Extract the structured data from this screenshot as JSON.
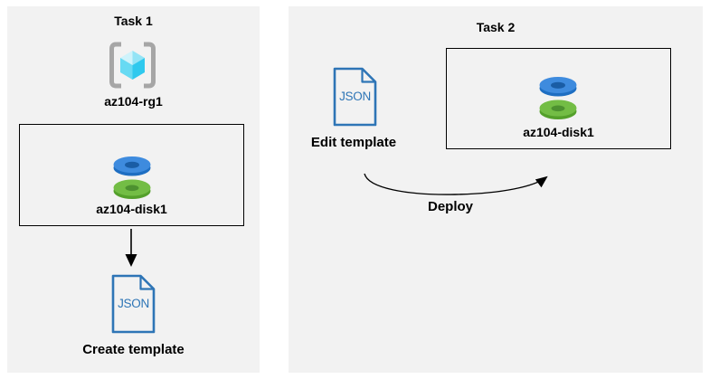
{
  "task1": {
    "title": "Task 1",
    "resource_group": {
      "icon": "resource-group-icon",
      "label": "az104-rg1"
    },
    "disk_box": {
      "icon": "managed-disk-icon",
      "label": "az104-disk1"
    },
    "flow_arrow_icon": "down-arrow-icon",
    "template_file": {
      "icon": "json-file-icon",
      "file_type_text": "JSON"
    },
    "action_label": "Create template"
  },
  "task2": {
    "title": "Task 2",
    "template_file": {
      "icon": "json-file-icon",
      "file_type_text": "JSON"
    },
    "action_label": "Edit template",
    "disk_box": {
      "icon": "managed-disk-icon",
      "label": "az104-disk1"
    },
    "deploy": {
      "icon": "curved-arrow-icon",
      "label": "Deploy"
    }
  },
  "colors": {
    "canvas_bg": "#ffffff",
    "panel_bg": "#f2f2f2",
    "box_border": "#000000",
    "arrow_black": "#000000",
    "json_blue": "#2e75b6",
    "bracket_gray": "#a6a6a6",
    "cube_cyan_lightest": "#cff3fb",
    "cube_cyan_light": "#93e4f6",
    "cube_cyan_mid": "#67daf3",
    "cube_cyan_dark": "#2fc9ee",
    "disk_blue_top": "#3e8bde",
    "disk_blue_side": "#1e6ec2",
    "disk_blue_hole": "#1a5da5",
    "disk_green_top": "#73bd45",
    "disk_green_side": "#54a02b",
    "disk_green_hole": "#4d9130"
  }
}
